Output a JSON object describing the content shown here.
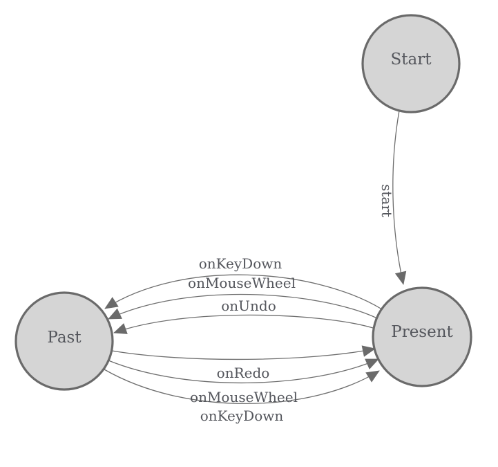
{
  "diagram": {
    "type": "state-machine",
    "colors": {
      "background": "#ffffff",
      "node_fill": "#d5d5d5",
      "node_border": "#6a6a6a",
      "edge_line": "#6e6e6e",
      "arrow_fill": "#6a6a6a",
      "text": "#54565c"
    },
    "nodes": [
      {
        "id": "start",
        "label": "Start"
      },
      {
        "id": "past",
        "label": "Past"
      },
      {
        "id": "present",
        "label": "Present"
      }
    ],
    "edges": [
      {
        "from": "start",
        "to": "present",
        "label": "start"
      },
      {
        "from": "present",
        "to": "past",
        "label": "onKeyDown"
      },
      {
        "from": "present",
        "to": "past",
        "label": "onMouseWheel"
      },
      {
        "from": "present",
        "to": "past",
        "label": "onUndo"
      },
      {
        "from": "past",
        "to": "present",
        "label": "onRedo"
      },
      {
        "from": "past",
        "to": "present",
        "label": "onMouseWheel"
      },
      {
        "from": "past",
        "to": "present",
        "label": "onKeyDown"
      }
    ]
  }
}
